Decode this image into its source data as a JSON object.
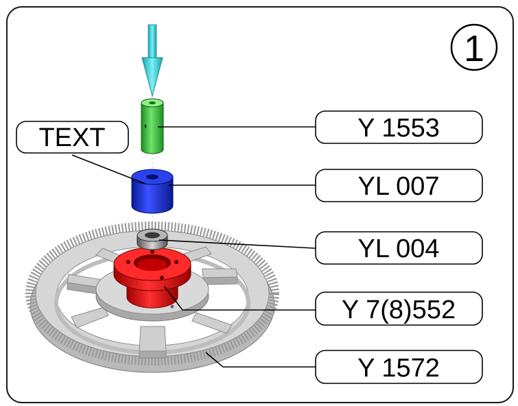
{
  "step": {
    "number": "1"
  },
  "callouts": {
    "text_label": "TEXT",
    "pin": "Y 1553",
    "bushing": "YL 007",
    "bearing": "YL 004",
    "hub": "Y 7(8)552",
    "gear": "Y 1572"
  },
  "colors": {
    "arrow": "#38d0d8",
    "pin": "#39c43a",
    "bushing": "#1830d0",
    "hub": "#e41212",
    "gear": "#c8c8c8",
    "bearing": "#8a8a8a"
  }
}
